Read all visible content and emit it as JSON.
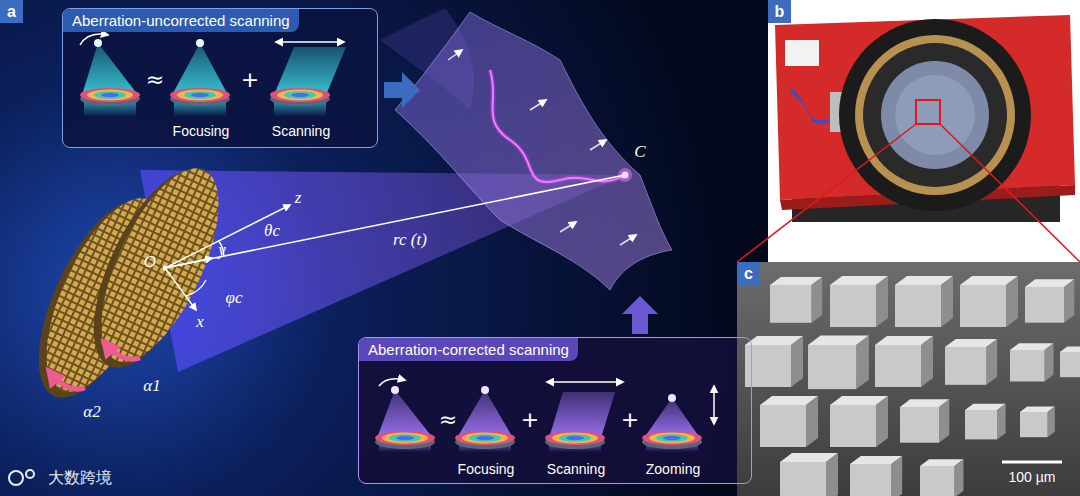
{
  "diagram": {
    "nodes": [
      {
        "text": [
          "a"
        ]
      },
      {
        "text": [
          "Aberration-uncorrected scanning",
          "Focusing",
          "Scanning"
        ]
      },
      {
        "text": [
          "Aberration-corrected scanning",
          "Focusing",
          "Scanning",
          "Zooming"
        ]
      },
      {
        "text": [
          "b"
        ]
      },
      {
        "text": [
          "c"
        ]
      }
    ],
    "labels": [
      "≈",
      "+",
      "≈",
      "+",
      "+",
      "z",
      "y",
      "x",
      "O",
      "θc",
      "φc",
      "rc (t)",
      "C",
      "α1",
      "α2",
      "100 µm",
      "大数跨境"
    ]
  }
}
